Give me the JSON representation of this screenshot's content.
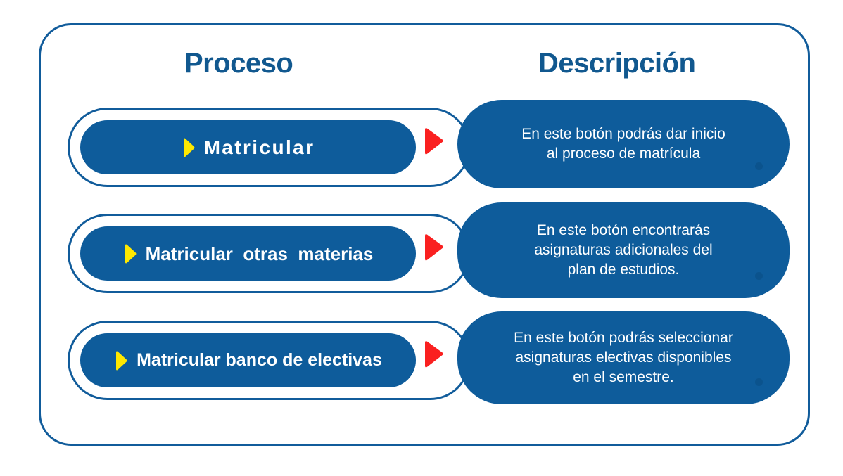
{
  "page": {
    "background": "#ffffff",
    "frame_border_color": "#115C9B"
  },
  "headers": {
    "process": "Proceso",
    "description": "Descripción",
    "color": "#11588F"
  },
  "colors": {
    "brand_blue": "#0E5C9B",
    "outline_blue": "#115C9B",
    "accent_yellow": "#FFE800",
    "accent_red": "#FA2020",
    "text_white": "#FFFFFF"
  },
  "icons": {
    "process_bullet": "yellow-play-triangle-icon",
    "flow_connector": "red-play-arrow-icon"
  },
  "rows": [
    {
      "button_label": "Matricular",
      "description": "En este botón podrás dar inicio\nal proceso  de matrícula"
    },
    {
      "button_label": "Matricular  otras  materias",
      "description": "En este botón encontrarás\nasignaturas adicionales del\nplan de estudios."
    },
    {
      "button_label": "Matricular banco de electivas",
      "description": "En este botón podrás seleccionar\nasignaturas electivas disponibles\nen el semestre."
    }
  ]
}
